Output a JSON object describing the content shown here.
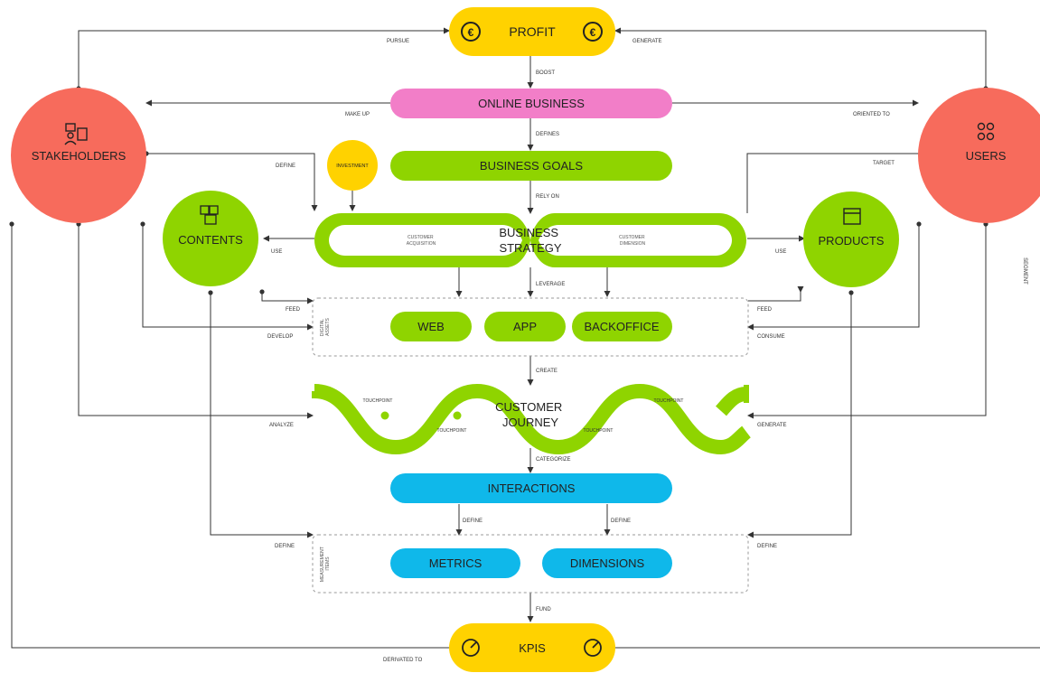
{
  "nodes": {
    "profit": "PROFIT",
    "online_business": "ONLINE BUSINESS",
    "business_goals": "BUSINESS GOALS",
    "business_strategy_line1": "BUSINESS",
    "business_strategy_line2": "STRATEGY",
    "customer_acquisition": [
      "CUSTOMER",
      "ACQUISITION"
    ],
    "customer_dimension": [
      "CUSTOMER",
      "DIMENSION"
    ],
    "investment": "INVESTMENT",
    "stakeholders": "STAKEHOLDERS",
    "users": "USERS",
    "contents": "CONTENTS",
    "products": "PRODUCTS",
    "web": "WEB",
    "app": "APP",
    "backoffice": "BACKOFFICE",
    "digital_assets": [
      "DIGITAL",
      "ASSETS"
    ],
    "customer_journey_line1": "CUSTOMER",
    "customer_journey_line2": "JOURNEY",
    "touchpoint": "TOUCHPOINT",
    "interactions": "INTERACTIONS",
    "metrics": "METRICS",
    "dimensions": "DIMENSIONS",
    "measurement_items": [
      "MEASUREMENT",
      "ITEMS"
    ],
    "kpis": "KPIS"
  },
  "edges": {
    "pursue": "PURSUE",
    "generate_top": "GENERATE",
    "boost": "BOOST",
    "make_up": "MAKE UP",
    "oriented_to": "ORIENTED TO",
    "defines": "DEFINES",
    "define_left_top": "DEFINE",
    "target": "TARGET",
    "rely_on": "RELY ON",
    "use_left": "USE",
    "use_right": "USE",
    "leverage": "LEVERAGE",
    "feed_left": "FEED",
    "feed_right": "FEED",
    "develop": "DEVELOP",
    "consume": "CONSUME",
    "create": "CREATE",
    "analyze": "ANALYZE",
    "generate_right": "GENERATE",
    "categorize": "CATEGORIZE",
    "define_metrics": "DEFINE",
    "define_dimensions": "DEFINE",
    "define_left_bottom": "DEFINE",
    "define_right_bottom": "DEFINE",
    "fund": "FUND",
    "derived_to": "DERIVATED TO",
    "segment": "SEGMENT"
  },
  "colors": {
    "yellow": "#ffd200",
    "pink": "#f27ec8",
    "green": "#8fd400",
    "red": "#f76b5c",
    "blue": "#0fb8ea",
    "line": "#333333"
  },
  "icons": {
    "profit": "euro-coin-icon",
    "kpis": "gauge-icon",
    "stakeholders": "people-chart-icon",
    "users": "users-group-icon",
    "contents": "content-stack-icon",
    "products": "product-box-icon"
  }
}
